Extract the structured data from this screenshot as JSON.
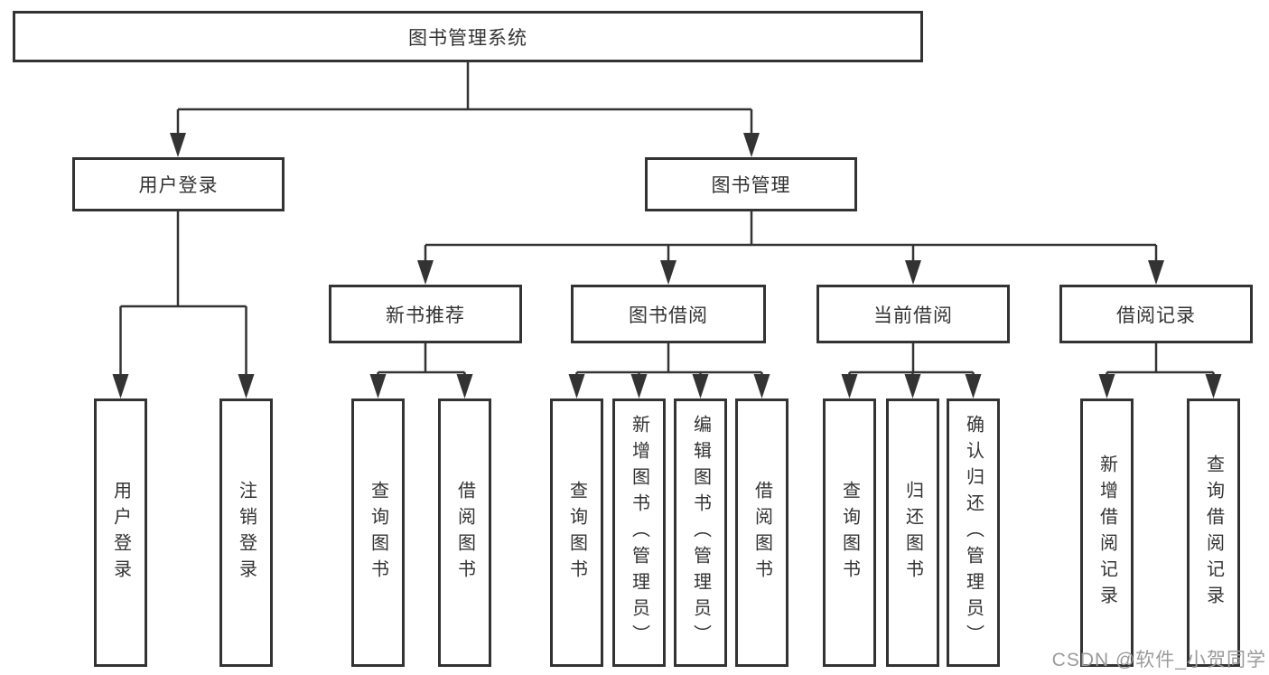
{
  "diagram": {
    "root": "图书管理系统",
    "level2": [
      "用户登录",
      "图书管理"
    ],
    "level3": [
      "新书推荐",
      "图书借阅",
      "当前借阅",
      "借阅记录"
    ],
    "leaves": [
      "用户登录",
      "注销登录",
      "查询图书",
      "借阅图书",
      "查询图书",
      "新增图书（管理员）",
      "编辑图书（管理员）",
      "借阅图书",
      "查询图书",
      "归还图书",
      "确认归还（管理员）",
      "新增借阅记录",
      "查询借阅记录"
    ]
  },
  "watermark": "CSDN @软件_小贺同学",
  "colors": {
    "line": "#333333",
    "text": "#333333",
    "watermark": "#9b9b9b",
    "background": "#ffffff"
  }
}
